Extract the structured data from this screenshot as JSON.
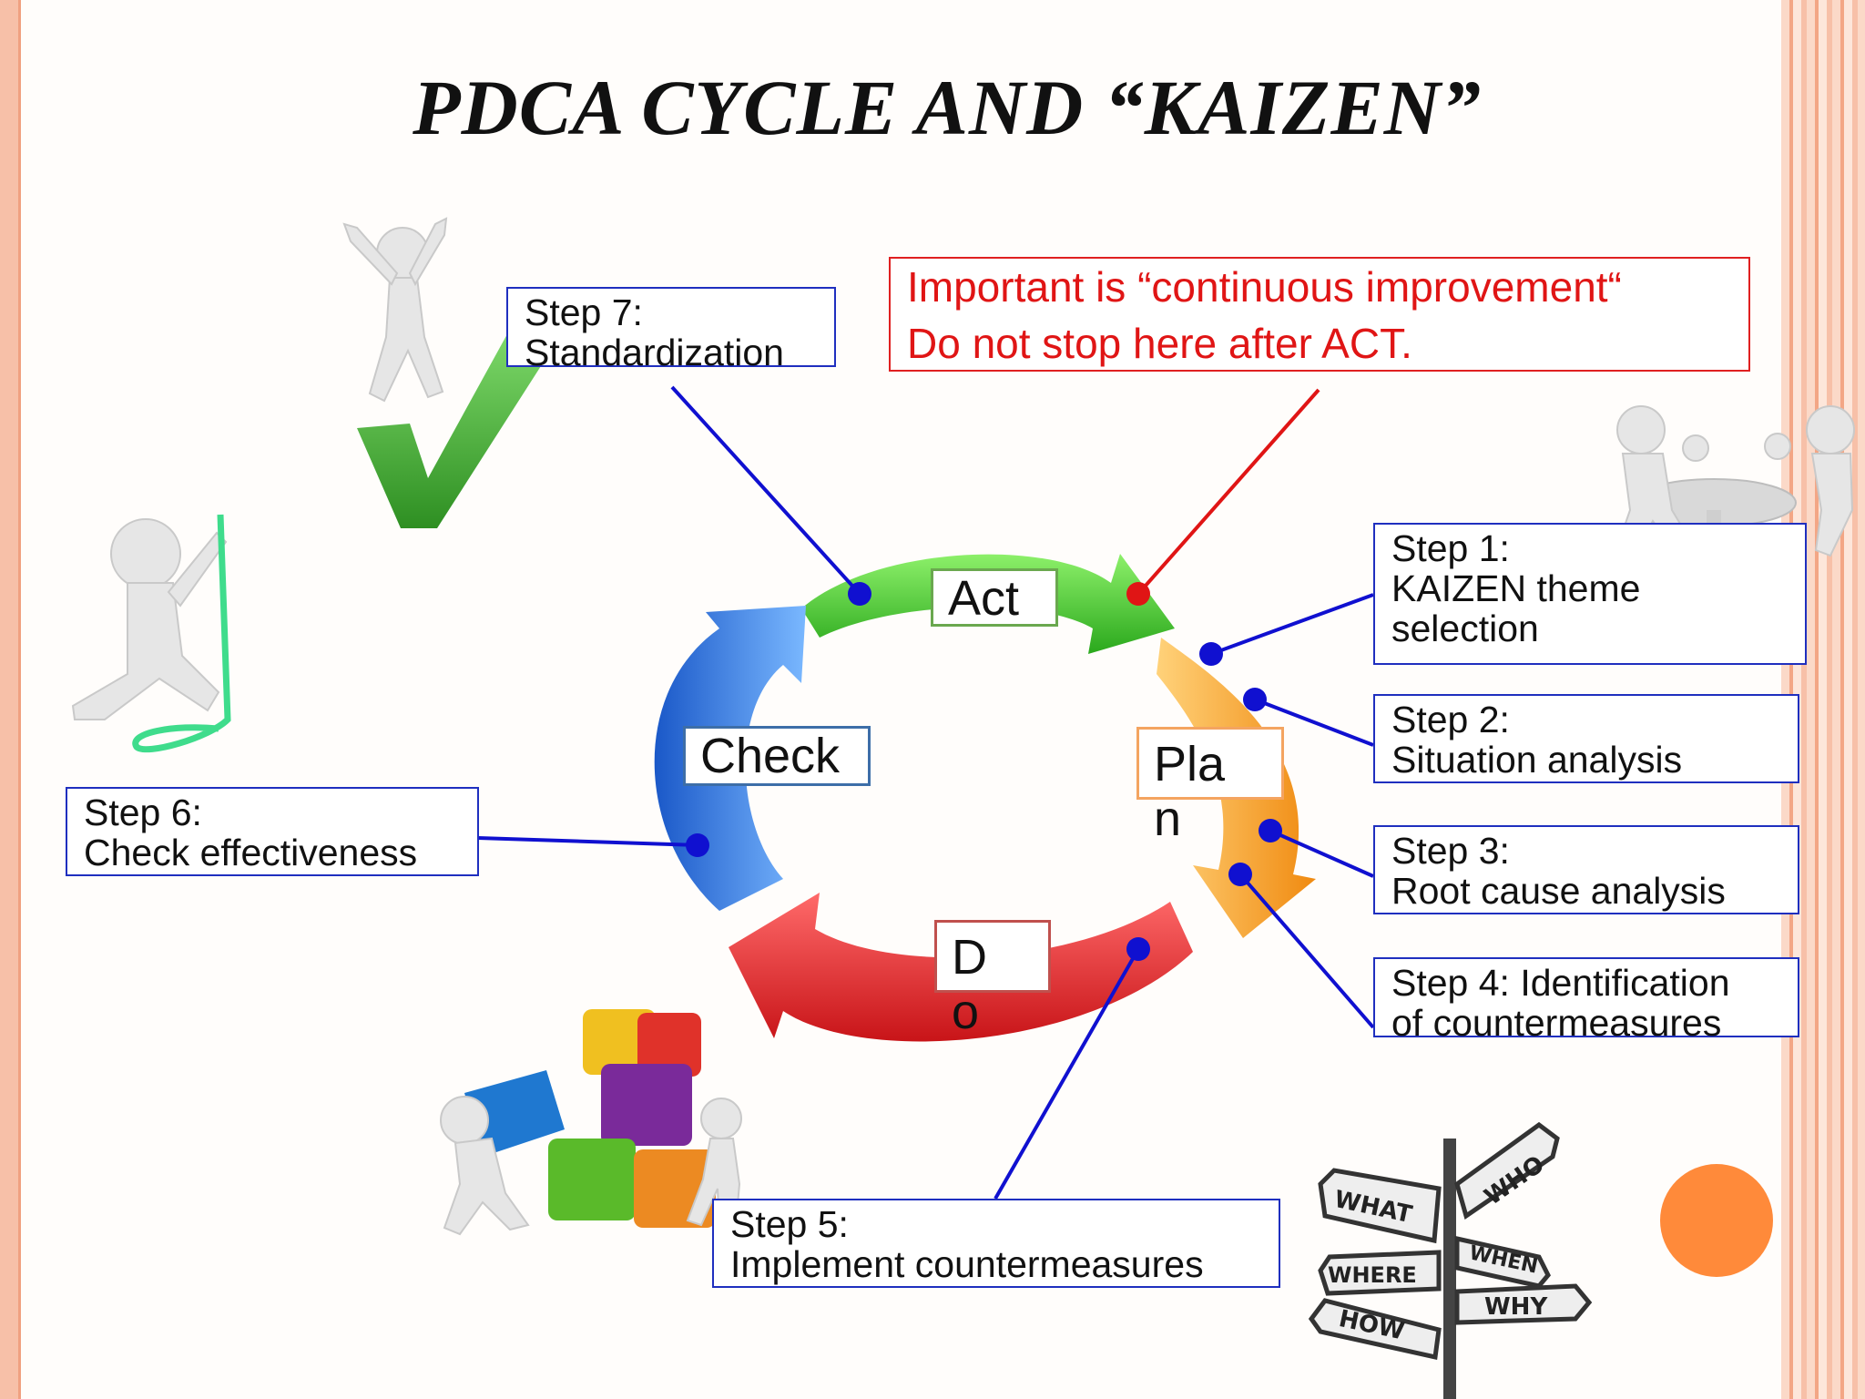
{
  "title": "PDCA CYCLE AND “KAIZEN”",
  "note": {
    "line1": "Important is “continuous improvement“",
    "line2": "Do not stop here after ACT."
  },
  "phases": {
    "act": "Act",
    "plan_line1": "Pla",
    "plan_line2": "n",
    "do_line1": "D",
    "do_line2": "o",
    "check": "Check"
  },
  "steps": {
    "step1": {
      "line1": "Step 1:",
      "line2": "KAIZEN theme",
      "line3": "selection"
    },
    "step2": {
      "line1": "Step 2:",
      "line2": "Situation analysis"
    },
    "step3": {
      "line1": "Step 3:",
      "line2": "Root cause analysis"
    },
    "step4": {
      "line1": "Step 4: Identification",
      "line2": "of countermeasures"
    },
    "step5": {
      "line1": "Step 5:",
      "line2": "Implement countermeasures"
    },
    "step6": {
      "line1": "Step 6:",
      "line2": "Check effectiveness"
    },
    "step7": {
      "line1": "Step 7:",
      "line2": "Standardization"
    }
  },
  "signpost": {
    "what": "WHAT",
    "who": "WHO",
    "where": "WHERE",
    "when": "WHEN",
    "how": "HOW",
    "why": "WHY"
  },
  "colors": {
    "act": "#3ccf2a",
    "plan": "#f7a02a",
    "do": "#e8282c",
    "check": "#2a78e0",
    "connector": "#1010d0",
    "note": "#e01515"
  }
}
